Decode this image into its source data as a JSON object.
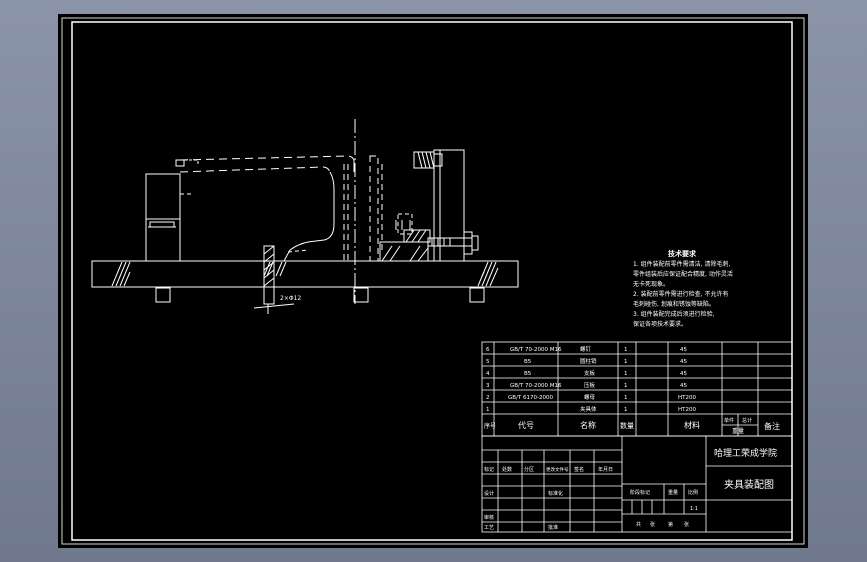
{
  "technical_requirements": {
    "title": "技术要求",
    "lines": [
      "1. 组件装配前零件需清洁, 清除毛刺,",
      "零件组装后应保证配合精度, 动作灵活",
      "无卡死现象。",
      "2. 装配前零件需进行检查, 不允许有",
      "毛刺碰伤, 划痕和锈蚀等缺陷。",
      "3. 组件装配完成后须进行检验,",
      "保证各项技术要求。"
    ]
  },
  "parts_list": {
    "rows": [
      {
        "no": "6",
        "code": "GB/T 70-2000 M16",
        "name": "螺钉",
        "qty": "1",
        "material": "45"
      },
      {
        "no": "5",
        "code": "B5",
        "name": "圆柱销",
        "qty": "1",
        "material": "45"
      },
      {
        "no": "4",
        "code": "B5",
        "name": "支板",
        "qty": "1",
        "material": "45"
      },
      {
        "no": "3",
        "code": "GB/T 70-2000 M16",
        "name": "压板",
        "qty": "1",
        "material": "45"
      },
      {
        "no": "2",
        "code": "GB/T 6170-2000",
        "name": "螺母",
        "qty": "1",
        "material": "HT200"
      },
      {
        "no": "1",
        "code": "",
        "name": "夹具体",
        "qty": "1",
        "material": "HT200"
      }
    ],
    "header": {
      "no": "序号",
      "code": "代号",
      "name": "名称",
      "qty": "数量",
      "material": "材料",
      "unit_single": "单件",
      "unit_total": "总计",
      "weight": "重量",
      "remark": "备注"
    }
  },
  "title_block": {
    "school": "哈理工荣成学院",
    "drawing_title": "夹具装配图",
    "row_labels": [
      "标记",
      "处数",
      "分区",
      "更改文件号",
      "签名",
      "年月日"
    ],
    "person_labels": [
      "设计",
      "审核",
      "工艺",
      "标准化",
      "批准"
    ],
    "stage_label": "阶段标记",
    "weight_label": "重量",
    "scale_label": "比例",
    "scale_value": "1:1",
    "sheet_labels": [
      "共",
      "张",
      "第",
      "张"
    ]
  },
  "dimension_note": "2×Φ12"
}
